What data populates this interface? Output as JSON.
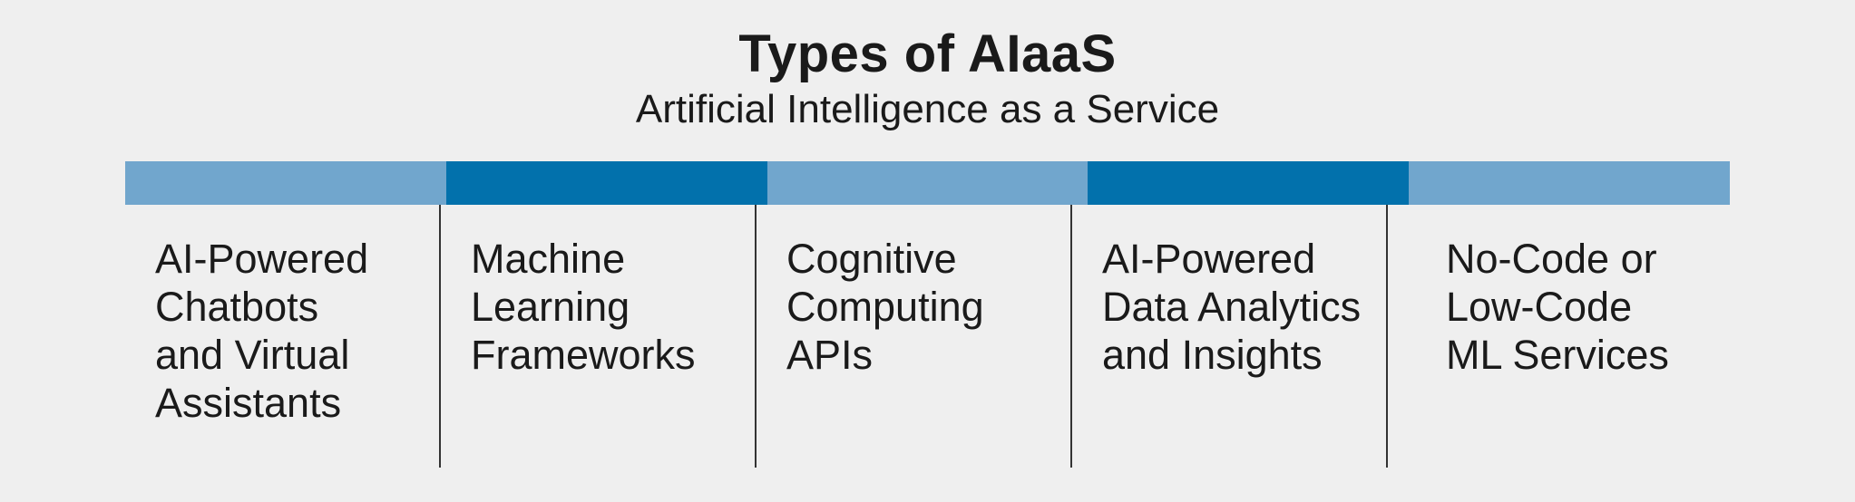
{
  "header": {
    "title": "Types of AIaaS",
    "subtitle": "Artificial Intelligence as a Service"
  },
  "palette": {
    "background": "#efefef",
    "segment_light_blue": "#71a6cd",
    "segment_dark_blue": "#0271ac",
    "divider": "#333333",
    "text": "#1a1a1a"
  },
  "columns": [
    {
      "label": "AI-Powered\nChatbots\nand Virtual\nAssistants",
      "segment_color": "#71a6cd"
    },
    {
      "label": "Machine\nLearning\nFrameworks",
      "segment_color": "#0271ac"
    },
    {
      "label": "Cognitive\nComputing\nAPIs",
      "segment_color": "#71a6cd"
    },
    {
      "label": "AI-Powered\nData Analytics\nand Insights",
      "segment_color": "#0271ac"
    },
    {
      "label": "No-Code or\nLow-Code\nML Services",
      "segment_color": "#71a6cd"
    }
  ]
}
